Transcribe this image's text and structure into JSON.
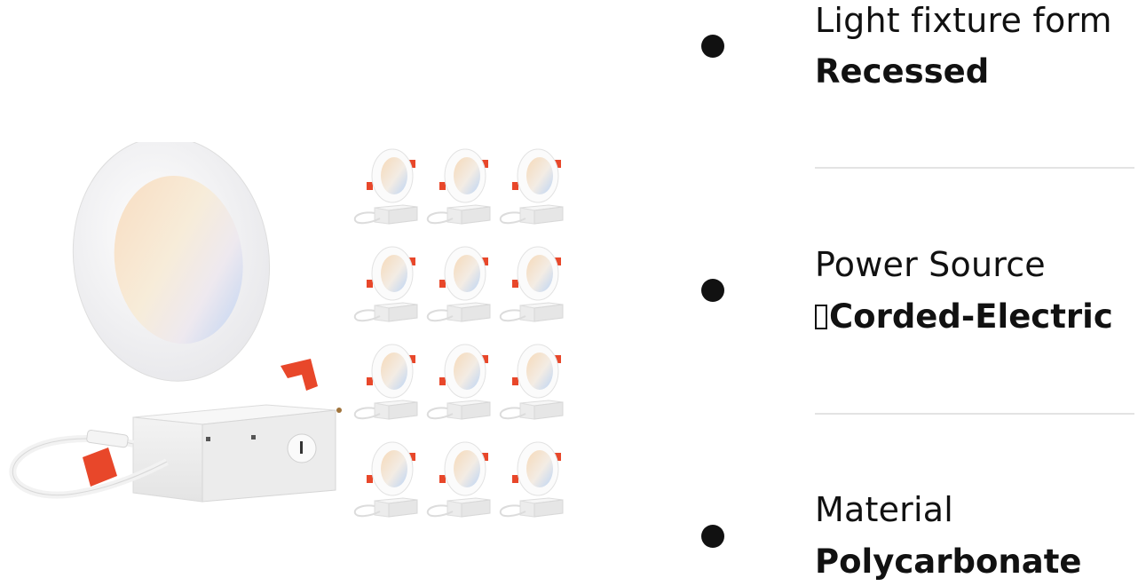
{
  "product_image": {
    "alt": "Recessed LED downlight with junction box and 12-pack grid",
    "pack_count": 12,
    "accent_colors": {
      "clip": "#e8472a",
      "panel_warm": "#f6d9b8",
      "panel_cool": "#bcd4f4"
    }
  },
  "specs": [
    {
      "label": "Light fixture form",
      "value": "Recessed",
      "prefix_glyph": false
    },
    {
      "label": "Power Source",
      "value": "Corded-Electric",
      "prefix_glyph": true
    },
    {
      "label": "Material",
      "value": "Polycarbonate",
      "prefix_glyph": false
    }
  ]
}
